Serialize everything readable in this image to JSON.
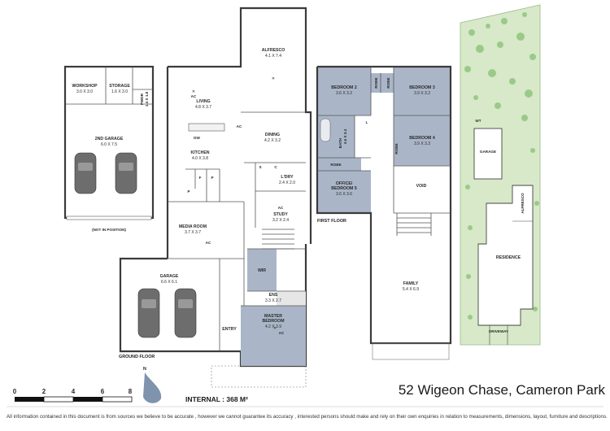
{
  "rooms": {
    "alfresco": {
      "name": "ALFRESCO",
      "dim": "4.1 X 7.4"
    },
    "workshop": {
      "name": "WORKSHOP",
      "dim": "3.0 X 3.0"
    },
    "storage": {
      "name": "STORAGE",
      "dim": "1.6 X 3.0"
    },
    "pwdr": {
      "name": "PWDR",
      "dim": "1.4 X 1.8"
    },
    "living": {
      "name": "LIVING",
      "dim": "4.8 X 3.7"
    },
    "garage2": {
      "name": "2ND GARAGE",
      "dim": "6.0 X 7.5"
    },
    "dining": {
      "name": "DINING",
      "dim": "4.2 X 3.2"
    },
    "kitchen": {
      "name": "KITCHEN",
      "dim": "4.0 X 3.8"
    },
    "ldry": {
      "name": "L'DRY",
      "dim": "2.4 X 2.0"
    },
    "study": {
      "name": "STUDY",
      "dim": "3.2 X 2.4"
    },
    "media": {
      "name": "MEDIA ROOM",
      "dim": "3.7 X 3.7"
    },
    "garage": {
      "name": "GARAGE",
      "dim": "6.6 X 6.1"
    },
    "wir": {
      "name": "WIR"
    },
    "ens": {
      "name": "ENS",
      "dim": "3.3 X 2.7"
    },
    "master": {
      "name": "MASTER",
      "name2": "BEDROOM",
      "dim": "4.2 X 3.9"
    },
    "entry": {
      "name": "ENTRY"
    },
    "bed2": {
      "name": "BEDROOM 2",
      "dim": "3.6 X 3.2"
    },
    "bed3": {
      "name": "BEDROOM 3",
      "dim": "3.9 X 3.2"
    },
    "bath": {
      "name": "BATH",
      "dim": "3.6 X 2.4"
    },
    "bed4": {
      "name": "BEDROOM 4",
      "dim": "3.9 X 3.3"
    },
    "office": {
      "name": "OFFICE/",
      "name2": "BEDROOM 5",
      "dim": "3.6 X 3.6"
    },
    "void": {
      "name": "VOID"
    },
    "family": {
      "name": "FAMILY",
      "dim": "5.4 X 6.9"
    }
  },
  "small_labels": {
    "robe": "ROBE",
    "ac": "AC",
    "dw": "DW",
    "f": "F",
    "p": "P",
    "s": "S",
    "c": "C",
    "l": "L"
  },
  "notes": {
    "not_in_position": "(NOT IN POSITION)",
    "ground_floor": "GROUND FLOOR",
    "first_floor": "FIRST FLOOR",
    "north": "N"
  },
  "site": {
    "wt": "WT",
    "garage": "GARAGE",
    "alfresco": "ALFRESCO",
    "residence": "RESIDENCE",
    "driveway": "DRIVEWAY"
  },
  "scale": {
    "ticks": [
      "0",
      "2",
      "4",
      "6",
      "8"
    ]
  },
  "internal": "INTERNAL : 368 M²",
  "address": "52 Wigeon Chase, Cameron Park",
  "disclaimer": "All information contained in this document is from sources we believe to be accurate , however we cannot guarantee its accuracy , interested persons should make and rely on their own enquiries in relation to measurements, dimensions, layout, furniture and descriptions.",
  "colors": {
    "bedroom_fill": "#aab6c8",
    "site_green": "#d7e9c8"
  }
}
